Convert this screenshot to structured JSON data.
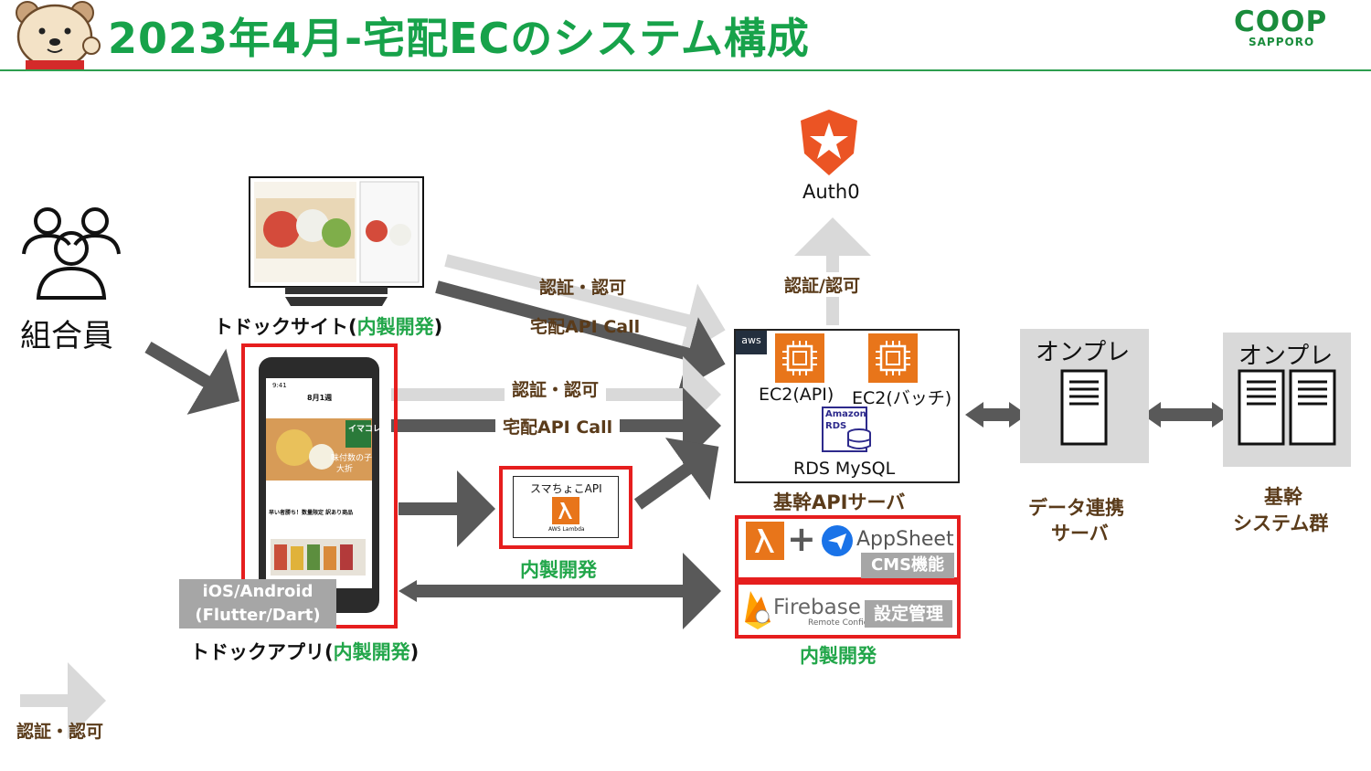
{
  "header": {
    "title": "2023年4月-宅配ECのシステム構成",
    "logo_main": "COOP",
    "logo_sub": "SAPPORO"
  },
  "actors": {
    "member_label": "組合員"
  },
  "web": {
    "label": "トドックサイト(",
    "label_green": "内製開発",
    "label_end": ")"
  },
  "app": {
    "label": "トドックアプリ(",
    "label_green": "内製開発",
    "label_end": ")",
    "platform_line1": "iOS/Android",
    "platform_line2": "(Flutter/Dart)",
    "screen_time": "9:41",
    "screen_date": "8月1週",
    "screen_promo": "イマコレ",
    "screen_item": "味付数の子",
    "screen_item2": "大折",
    "screen_sale": "早い者勝ち！数量限定 訳あり商品"
  },
  "flows": {
    "auth_web": "認証・認可",
    "call_web": "宅配API Call",
    "auth_app": "認証・認可",
    "call_app": "宅配API Call",
    "auth_auth0": "認証/認可"
  },
  "auth0": {
    "label": "Auth0"
  },
  "aws": {
    "badge": "aws",
    "ec2_api": "EC2(API)",
    "ec2_batch": "EC2(バッチ)",
    "rds_logo_line1": "Amazon",
    "rds_logo_line2": "RDS",
    "rds_label": "RDS MySQL",
    "group_label": "基幹APIサーバ"
  },
  "sumacho": {
    "label": "スマちょこAPI",
    "lambda_caption": "AWS Lambda",
    "dev_label": "内製開発"
  },
  "cms": {
    "appsheet": "AppSheet",
    "tag": "CMS機能",
    "plus": "+"
  },
  "firebase": {
    "name": "Firebase",
    "sub": "Remote Config",
    "tag": "設定管理",
    "dev_label": "内製開発"
  },
  "onprem1": {
    "title": "オンプレ",
    "caption_line1": "データ連携",
    "caption_line2": "サーバ"
  },
  "onprem2": {
    "title": "オンプレ",
    "caption_line1": "基幹",
    "caption_line2": "システム群"
  },
  "legend": {
    "label": "認証・認可"
  },
  "colors": {
    "title_green": "#17a24a",
    "label_brown": "#5a3b1a",
    "dev_green": "#22a64a",
    "highlight_red": "#e61e1e",
    "dark_arrow": "#595959",
    "light_arrow": "#d9d9d9",
    "aws_orange": "#e8751a",
    "auth0_orange": "#eb5424"
  }
}
